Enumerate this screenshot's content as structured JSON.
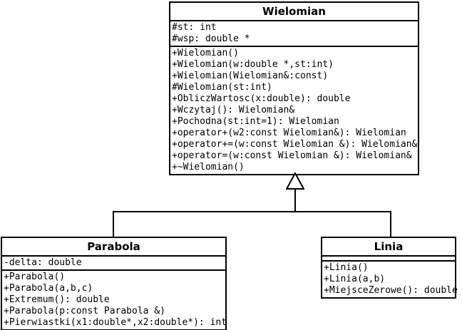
{
  "diagram": {
    "type": "uml-class-diagram",
    "background_color": "#ffffff",
    "line_color": "#000000",
    "classes": [
      {
        "name": "Wielomian",
        "attributes": [
          "#st: int",
          "#wsp: double *"
        ],
        "methods": [
          "+Wielomian()",
          "+Wielomian(w:double *,st:int)",
          "+Wielomian(Wielomian&:const)",
          "#Wielomian(st:int)",
          "+ObliczWartosc(x:double): double",
          "+Wczytaj(): Wielomian&",
          "+Pochodna(st:int=1): Wielomian",
          "+operator+(w2:const Wielomian&): Wielomian",
          "+operator+=(w:const Wielomian &): Wielomian&",
          "+operator=(w:const Wielomian &): Wielomian&",
          "+~Wielomian()"
        ]
      },
      {
        "name": "Parabola",
        "attributes": [
          "-delta: double"
        ],
        "methods": [
          "+Parabola()",
          "+Parabola(a,b,c)",
          "+Extremum(): double",
          "+Parabola(p:const Parabola &)",
          "+Pierwiastki(x1:double*,x2:double*): int"
        ]
      },
      {
        "name": "Linia",
        "attributes": [],
        "methods": [
          "+Linia()",
          "+Linia(a,b)",
          "+MiejsceZerowe(): double"
        ]
      }
    ],
    "relationships": [
      {
        "type": "generalization",
        "from": "Parabola",
        "to": "Wielomian"
      },
      {
        "type": "generalization",
        "from": "Linia",
        "to": "Wielomian"
      }
    ]
  }
}
